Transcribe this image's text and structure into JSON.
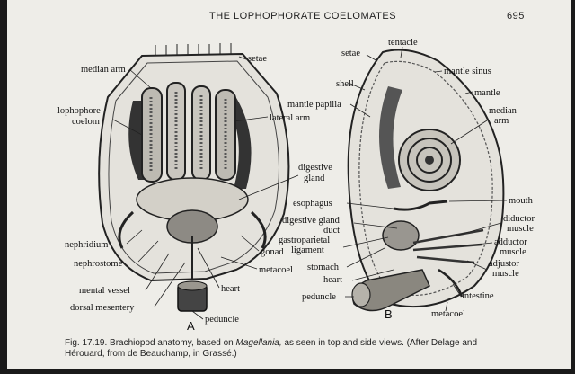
{
  "header": {
    "running_head": "THE LOPHOPHORATE COELOMATES",
    "page_number": "695"
  },
  "figure": {
    "panel_a": {
      "letter": "A",
      "labels": {
        "setae": "setae",
        "median_arm": "median arm",
        "lophophore": "lophophore",
        "coelom": "coelom",
        "lateral_arm": "lateral arm",
        "digestive_gland_1": "digestive",
        "digestive_gland_2": "gland",
        "nephridium": "nephridium",
        "gonad": "gonad",
        "nephrostome": "nephrostome",
        "metacoel": "metacoel",
        "mental_vessel": "mental vessel",
        "heart": "heart",
        "dorsal_mesentery": "dorsal mesentery",
        "peduncle": "peduncle"
      }
    },
    "panel_b": {
      "letter": "B",
      "labels": {
        "setae": "setae",
        "tentacle": "tentacle",
        "shell": "shell",
        "mantle_sinus": "mantle sinus",
        "mantle": "mantle",
        "mantle_papilla": "mantle papilla",
        "median_arm_1": "median",
        "median_arm_2": "arm",
        "esophagus": "esophagus",
        "mouth": "mouth",
        "digestive_gland_duct_1": "digestive gland",
        "digestive_gland_duct_2": "duct",
        "diductor_1": "diductor",
        "diductor_2": "muscle",
        "gastroparietal_1": "gastroparietal",
        "gastroparietal_2": "ligament",
        "adductor_1": "adductor",
        "adductor_2": "muscle",
        "stomach": "stomach",
        "adjustor_1": "adjustor",
        "adjustor_2": "muscle",
        "heart": "heart",
        "intestine": "intestine",
        "peduncle": "peduncle",
        "metacoel": "metacoel"
      }
    }
  },
  "caption": {
    "prefix": "Fig. 17.19. Brachiopod anatomy, based on",
    "genus": "Magellania,",
    "middle": "as seen in top and side views. (After Delage and",
    "line2": "Hérouard, from de Beauchamp, in Grassé.)"
  }
}
